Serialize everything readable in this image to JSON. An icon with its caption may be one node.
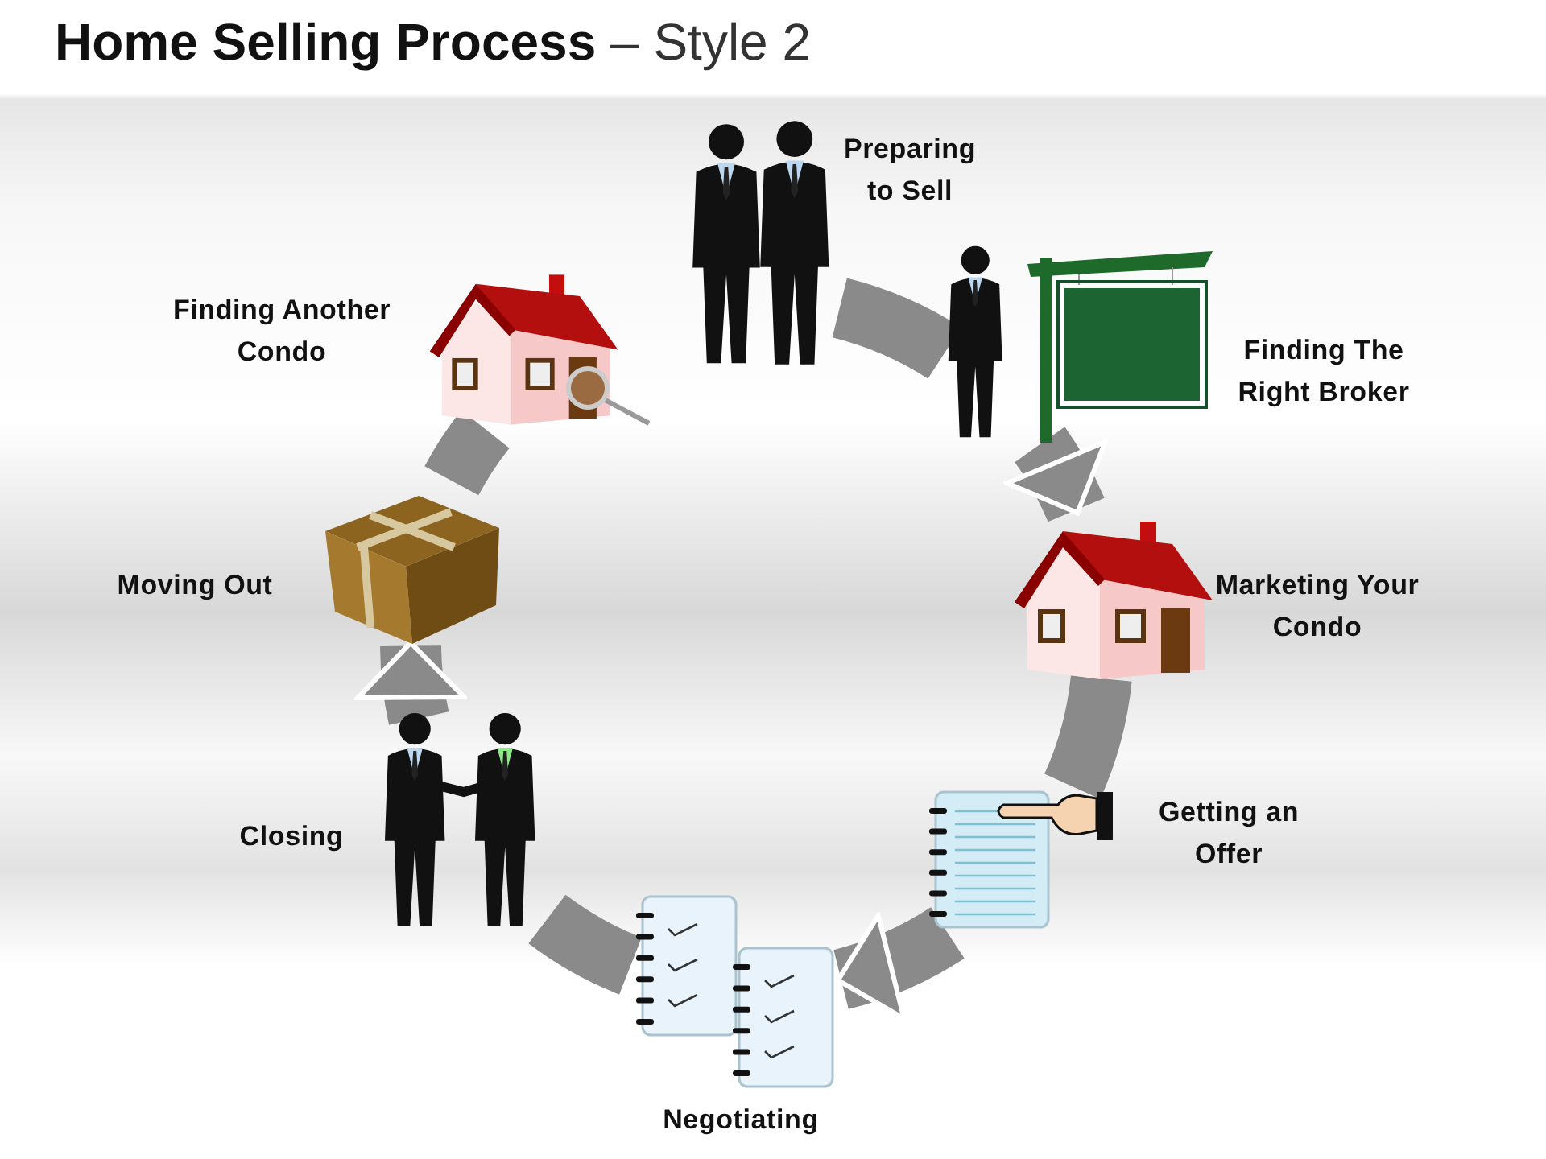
{
  "diagram": {
    "title": "**Home Selling Process** – Style 2",
    "nodes": [
      {
        "text": [],
        "shape": "picture",
        "beside": [
          "Preparing to Sell"
        ]
      },
      {
        "text": [],
        "shape": "picture",
        "beside": [
          "Finding The Right Broker"
        ]
      },
      {
        "text": [],
        "shape": "picture",
        "beside": [
          "Marketing Your Condo"
        ]
      },
      {
        "text": [],
        "shape": "picture",
        "beside": [
          "Getting an Offer"
        ]
      },
      {
        "text": [],
        "shape": "picture",
        "beside": [
          "Negotiating"
        ]
      },
      {
        "text": [],
        "shape": "picture",
        "beside": [
          "Closing"
        ]
      },
      {
        "text": [],
        "shape": "picture",
        "beside": [
          "Moving Out"
        ]
      },
      {
        "text": [],
        "shape": "picture",
        "beside": [
          "Finding Another Condo"
        ]
      }
    ],
    "edges": [
      {
        "from": 0,
        "to": 1,
        "arrow": "none"
      },
      {
        "from": 1,
        "to": 2,
        "arrow": "to"
      },
      {
        "from": 2,
        "to": 3,
        "arrow": "none"
      },
      {
        "from": 3,
        "to": 4,
        "arrow": "to"
      },
      {
        "from": 4,
        "to": 5,
        "arrow": "none"
      },
      {
        "from": 5,
        "to": 6,
        "arrow": "to"
      },
      {
        "from": 6,
        "to": 7,
        "arrow": "none"
      }
    ]
  }
}
